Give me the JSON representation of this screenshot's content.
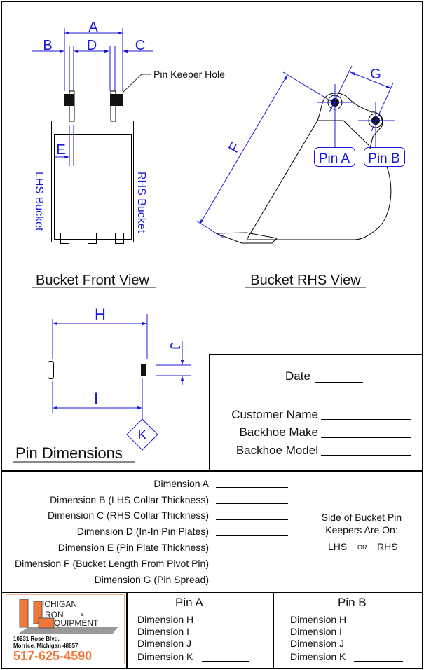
{
  "front_view": {
    "dims": {
      "a": "A",
      "b": "B",
      "c": "C",
      "d": "D",
      "e": "E"
    },
    "pin_keeper_label": "Pin Keeper Hole",
    "lhs_label": "LHS Bucket",
    "rhs_label": "RHS Bucket",
    "title": "Bucket Front View"
  },
  "side_view": {
    "dims": {
      "f": "F",
      "g": "G"
    },
    "pin_a": "Pin A",
    "pin_b": "Pin B",
    "title": "Bucket RHS View"
  },
  "pin_view": {
    "dims": {
      "h": "H",
      "i": "I",
      "j": "J",
      "k": "K"
    },
    "title": "Pin Dimensions"
  },
  "customer_form": {
    "date": "Date",
    "customer_name": "Customer Name",
    "backhoe_make": "Backhoe Make",
    "backhoe_model": "Backhoe Model"
  },
  "dimensions": [
    "Dimension A",
    "Dimension B (LHS Collar Thickness)",
    "Dimension C (RHS Collar Thickness)",
    "Dimension D (In-In Pin Plates)",
    "Dimension E (Pin Plate Thickness)",
    "Dimension F (Bucket Length From Pivot Pin)",
    "Dimension G (Pin Spread)"
  ],
  "keepers": {
    "line1": "Side of Bucket Pin",
    "line2": "Keepers Are On:",
    "lhs": "LHS",
    "or": "OR",
    "rhs": "RHS"
  },
  "pin_a_section": {
    "title": "Pin A",
    "rows": [
      "Dimension H",
      "Dimension I",
      "Dimension J",
      "Dimension K"
    ]
  },
  "pin_b_section": {
    "title": "Pin B",
    "rows": [
      "Dimension H",
      "Dimension I",
      "Dimension J",
      "Dimension K"
    ]
  },
  "logo": {
    "line1": "ICHIGAN",
    "line2": "RON",
    "amp": "&",
    "line3": "QUIPMENT",
    "letters": {
      "m": "M",
      "i": "I",
      "e": "E"
    },
    "address1": "10231 Rose Blvd.",
    "address2": "Morrice, Michigan  48857",
    "phone": "517-625-4590"
  },
  "colors": {
    "dimension_blue": "#1818d8",
    "logo_orange": "#f07838"
  }
}
